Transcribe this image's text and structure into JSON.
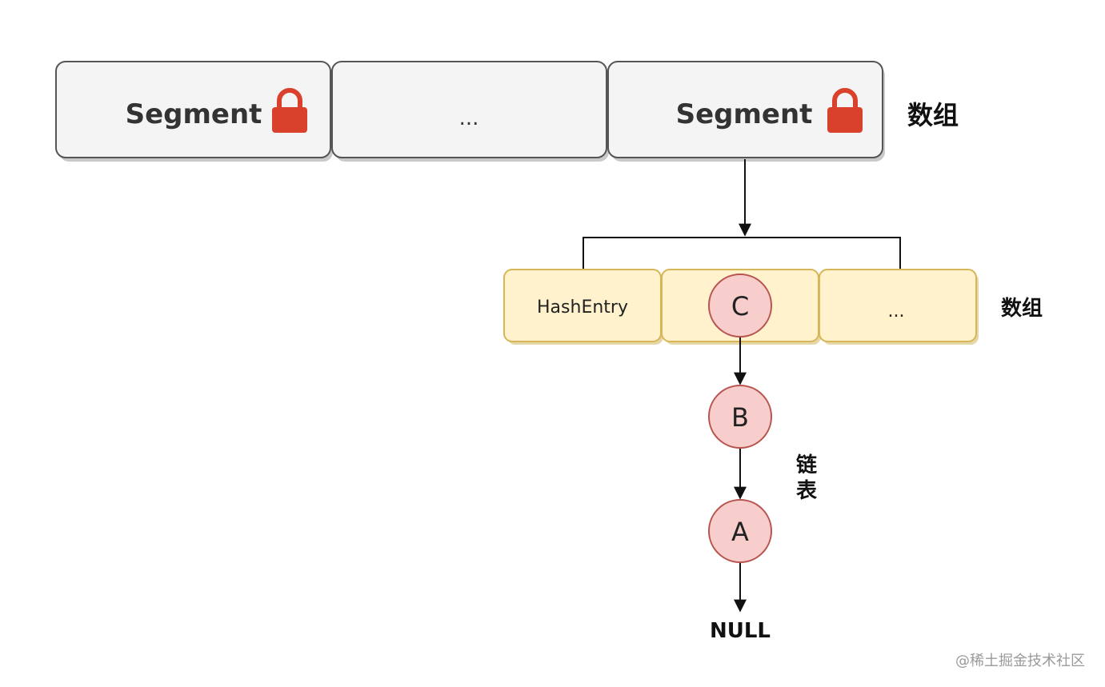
{
  "segment_array": {
    "cells": [
      {
        "label": "Segment",
        "locked": true
      },
      {
        "label": "...",
        "locked": false
      },
      {
        "label": "Segment",
        "locked": true
      }
    ],
    "label": "数组"
  },
  "hashentry_array": {
    "cells": [
      {
        "label": "HashEntry"
      },
      {
        "label": ""
      },
      {
        "label": "..."
      }
    ],
    "label": "数组"
  },
  "linked_list": {
    "nodes": [
      "C",
      "B",
      "A"
    ],
    "label_line1": "链",
    "label_line2": "表",
    "terminal": "NULL"
  },
  "watermark": "@稀土掘金技术社区",
  "colors": {
    "segment_fill": "#f4f4f4",
    "hashentry_fill": "#fff2cc",
    "node_fill": "#f8cecc",
    "lock": "#d9412c"
  },
  "icons": {
    "lock": "lock-icon"
  }
}
